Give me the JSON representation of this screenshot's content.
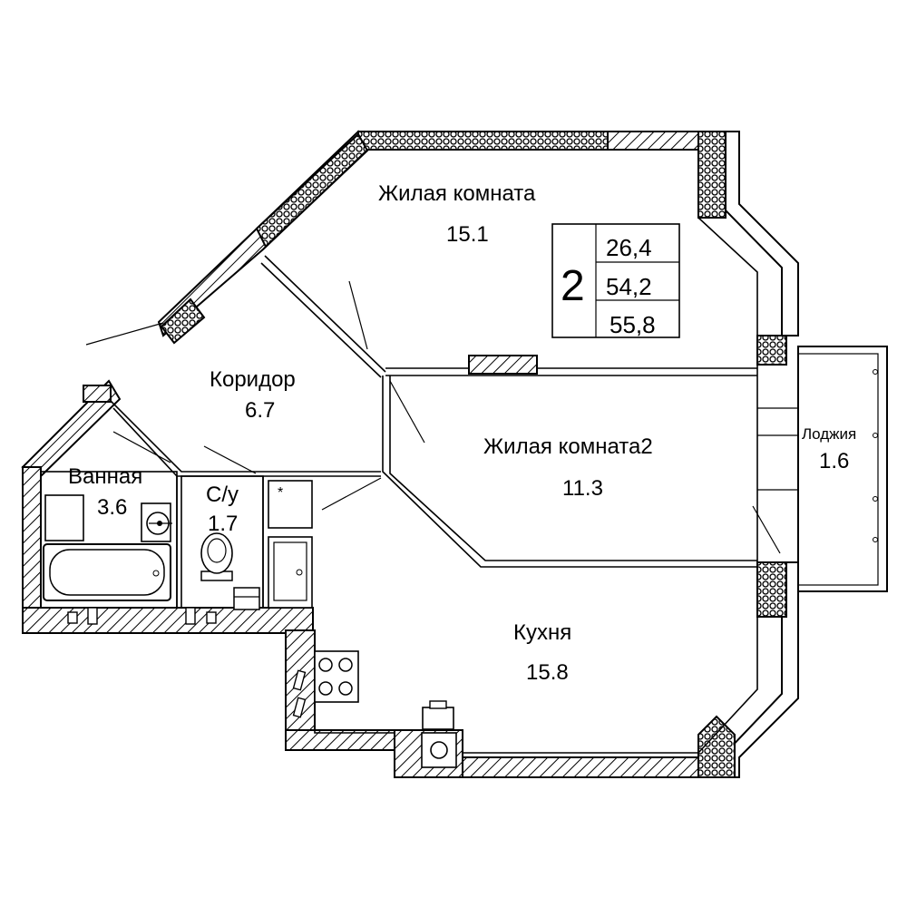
{
  "plan": {
    "rooms_count": "2",
    "areas": {
      "living": "26,4",
      "total": "54,2",
      "total_with_loggia": "55,8"
    },
    "rooms": {
      "living1": {
        "name": "Жилая комната",
        "area": "15.1"
      },
      "corridor": {
        "name": "Коридор",
        "area": "6.7"
      },
      "living2": {
        "name": "Жилая комната2",
        "area": "11.3"
      },
      "bathroom": {
        "name": "Ванная",
        "area": "3.6"
      },
      "toilet": {
        "name": "С/у",
        "area": "1.7"
      },
      "kitchen": {
        "name": "Кухня",
        "area": "15.8"
      },
      "loggia": {
        "name": "Лоджия",
        "area": "1.6"
      }
    }
  },
  "colors": {
    "wall": "#000000",
    "background": "#ffffff"
  }
}
